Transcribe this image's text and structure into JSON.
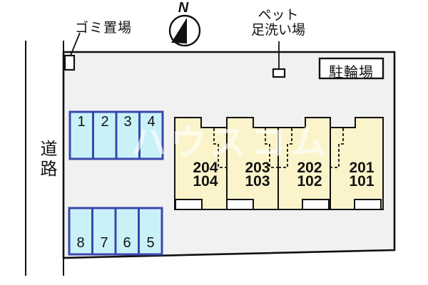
{
  "plan": {
    "title_context": "site-plan",
    "labels": {
      "garbage": "ゴミ置場",
      "pet_line1": "ペット",
      "pet_line2": "足洗い場",
      "bicycle": "駐輪場",
      "road": "道路",
      "compass_north": "N"
    },
    "parking": {
      "top_row": [
        "1",
        "2",
        "3",
        "4"
      ],
      "bottom_row": [
        "8",
        "7",
        "6",
        "5"
      ],
      "stall_fill": "#c9f2f8",
      "stall_border": "#3b47ad"
    },
    "building": {
      "fill": "#fbf4cb",
      "units": [
        {
          "upper": "204",
          "lower": "104"
        },
        {
          "upper": "203",
          "lower": "103"
        },
        {
          "upper": "202",
          "lower": "102"
        },
        {
          "upper": "201",
          "lower": "101"
        }
      ]
    },
    "site": {
      "fill": "#f1f1f1",
      "outline_color": "#111111"
    },
    "watermark": "ハウスコム",
    "watermark_color": "rgba(255,255,255,0.6)"
  }
}
